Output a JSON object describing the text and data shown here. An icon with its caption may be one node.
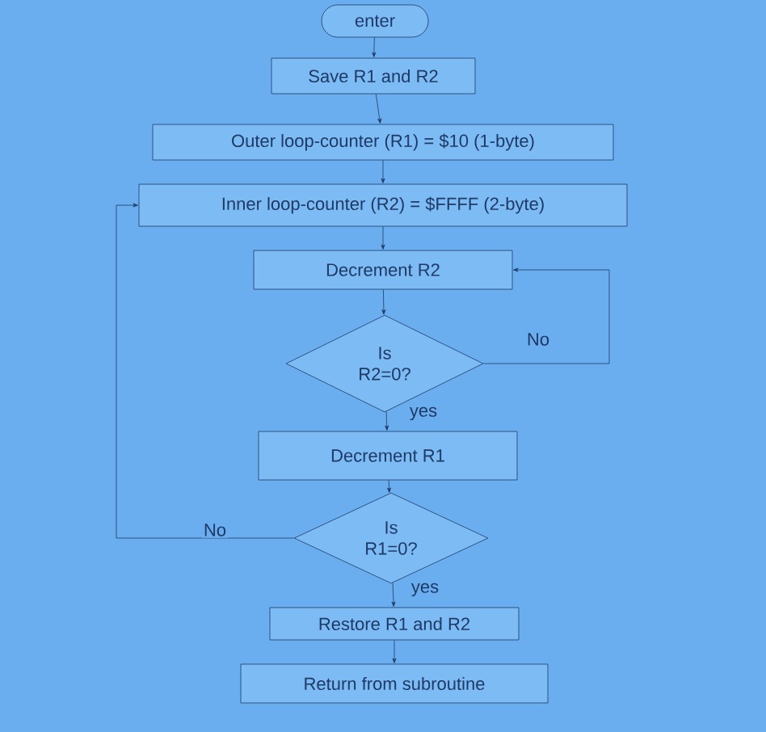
{
  "diagram": {
    "nodes": [
      {
        "text": [
          "enter"
        ]
      },
      {
        "text": [
          "Save R1 and R2"
        ]
      },
      {
        "text": [
          "Outer loop-counter (R1) = $10 (1-byte)"
        ]
      },
      {
        "text": [
          "Inner loop-counter (R2) = $FFFF (2-byte)"
        ]
      },
      {
        "text": [
          "Decrement R2"
        ]
      },
      {
        "text": [
          "Is R2=0?"
        ]
      },
      {
        "text": [
          "Decrement R1"
        ]
      },
      {
        "text": [
          "Is R1=0?"
        ]
      },
      {
        "text": [
          "Restore R1 and R2"
        ]
      },
      {
        "text": [
          "Return from subroutine"
        ]
      }
    ],
    "edges": [
      {
        "from": 0,
        "to": 1,
        "arrow": "to"
      },
      {
        "from": 1,
        "to": 2,
        "arrow": "to"
      },
      {
        "from": 2,
        "to": 3,
        "arrow": "to"
      },
      {
        "from": 3,
        "to": 4,
        "arrow": "to"
      },
      {
        "from": 4,
        "to": 5,
        "arrow": "to"
      },
      {
        "from": 5,
        "to": 4,
        "arrow": "to",
        "label": "No"
      },
      {
        "from": 5,
        "to": 6,
        "arrow": "to",
        "label": "yes"
      },
      {
        "from": 6,
        "to": 7,
        "arrow": "to"
      },
      {
        "from": 7,
        "to": 3,
        "arrow": "to",
        "label": "No"
      },
      {
        "from": 7,
        "to": 8,
        "arrow": "to",
        "label": "yes"
      },
      {
        "from": 8,
        "to": 9,
        "arrow": "to"
      }
    ]
  }
}
